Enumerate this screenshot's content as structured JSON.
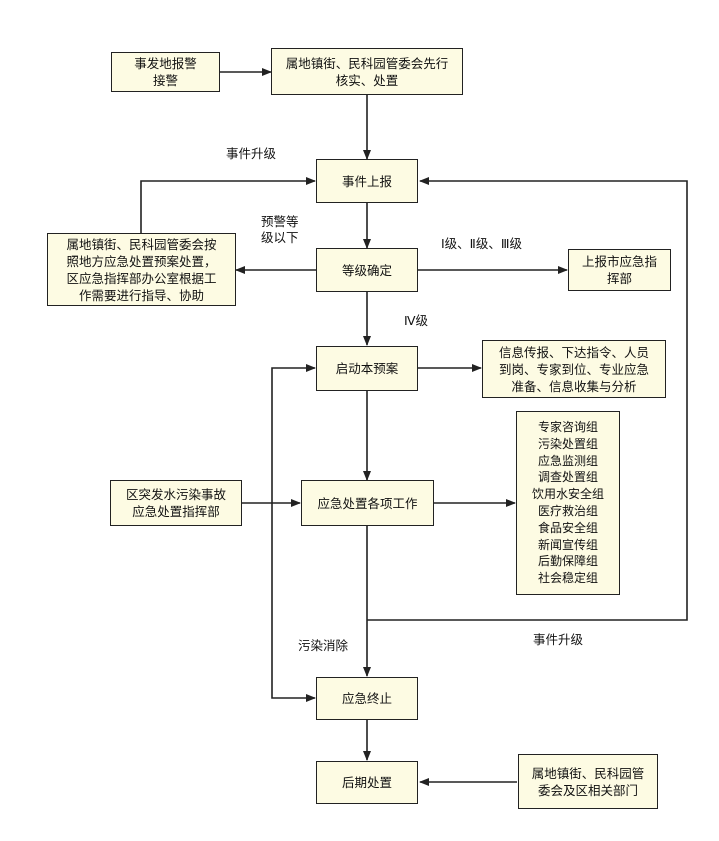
{
  "nodes": {
    "alarm": "事发地报警\n接警",
    "verify": "属地镇街、民科园管委会先行\n核实、处置",
    "report": "事件上报",
    "local_plan": "属地镇街、民科园管委会按\n照地方应急处置预案处置，\n区应急指挥部办公室根据工\n作需要进行指导、协助",
    "grade": "等级确定",
    "city": "上报市应急指\n挥部",
    "activate": "启动本预案",
    "info": "信息传报、下达指令、人员\n到岗、专家到位、专业应急\n准备、信息收集与分析",
    "hq": "区突发水污染事故\n应急处置指挥部",
    "tasks": "应急处置各项工作",
    "groups": "专家咨询组\n污染处置组\n应急监测组\n调查处置组\n饮用水安全组\n医疗救治组\n食品安全组\n新闻宣传组\n后勤保障组\n社会稳定组",
    "end": "应急终止",
    "aftermath": "后期处置",
    "local_dept": "属地镇街、民科园管\n委会及区相关部门"
  },
  "labels": {
    "upgrade_top": "事件升级",
    "below_warning": "预警等\n级以下",
    "levels_123": "Ⅰ级、Ⅱ级、Ⅲ级",
    "level_4": "Ⅳ级",
    "pollution_cleared": "污染消除",
    "upgrade_bottom": "事件升级"
  }
}
